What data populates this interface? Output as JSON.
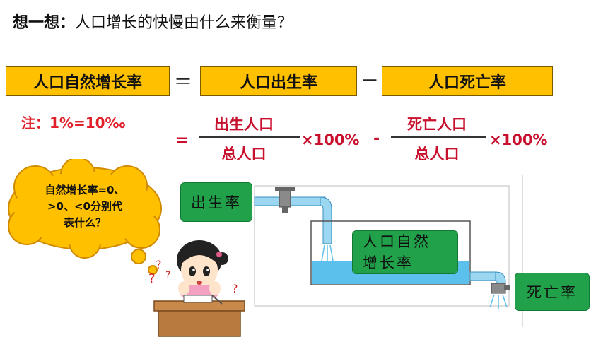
{
  "title": {
    "prefix": "想一想",
    "colon": "：",
    "question": "人口增长的快慢由什么来衡量？"
  },
  "equation": {
    "natural_rate": "人口自然增长率",
    "equals": "＝",
    "birth_rate": "人口出生率",
    "minus": "－",
    "death_rate": "人口死亡率"
  },
  "note": "注：1%=10‰",
  "formula": {
    "eq": "=",
    "num1": "出生人口",
    "den1": "总人口",
    "mult1": "×100%",
    "minus": "-",
    "num2": "死亡人口",
    "den2": "总人口",
    "mult2": "×100%"
  },
  "cloud": {
    "line1": "自然增长率=0、",
    "line2": ">0、<0分别代",
    "line3": "表什么？"
  },
  "diagram": {
    "in_label": "出生率",
    "middle_line1": "人口自然",
    "middle_line2": "增长率",
    "out_label": "死亡率"
  },
  "colors": {
    "box": "#ffc000",
    "label_green": "#21a24a",
    "accent_red": "#c8102e",
    "water": "#5bc0eb"
  }
}
